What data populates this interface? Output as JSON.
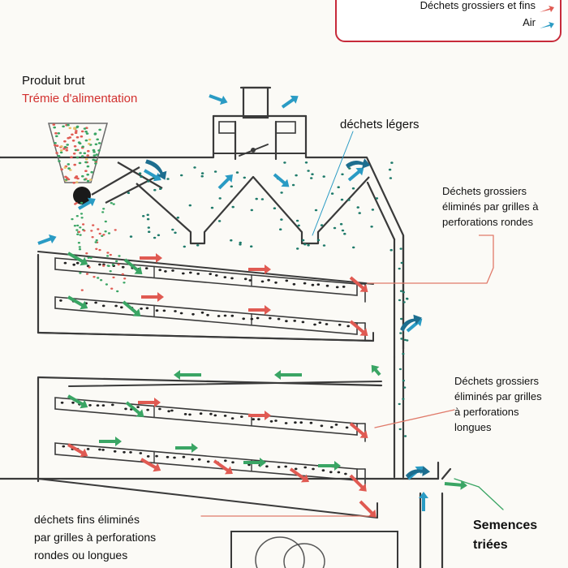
{
  "legend": {
    "row1_label": "Déchets grossiers et fins",
    "row2_label": "Air",
    "colors": {
      "coarse": "#e05a52",
      "air": "#2a9bc4"
    }
  },
  "labels": {
    "produit_brut": "Produit brut",
    "tremie": "Trémie d'alimentation",
    "dechets_legers": "déchets légers",
    "grossiers_rondes": [
      "Déchets grossiers",
      "éliminés par grilles à",
      "perforations rondes"
    ],
    "grossiers_longues": [
      "Déchets grossiers",
      "éliminés par grilles",
      "à perforations",
      "longues"
    ],
    "fins": [
      "déchets fins éliminés",
      "par grilles à perforations",
      "rondes ou longues"
    ],
    "semences": [
      "Semences",
      "triées"
    ]
  },
  "colors": {
    "frame": "#3a3a3a",
    "seed_green": "#3aa564",
    "waste_red": "#e05a52",
    "air_blue": "#2a9bc4",
    "air_dark": "#1d6e8f",
    "tremie_text": "#d2302e",
    "leader_line": "#e07a6a",
    "grain_dot": "#222222"
  },
  "icons": [
    "hopper-icon",
    "fan-icon",
    "air-arrow-icon",
    "seed-arrow-icon",
    "waste-arrow-icon"
  ]
}
